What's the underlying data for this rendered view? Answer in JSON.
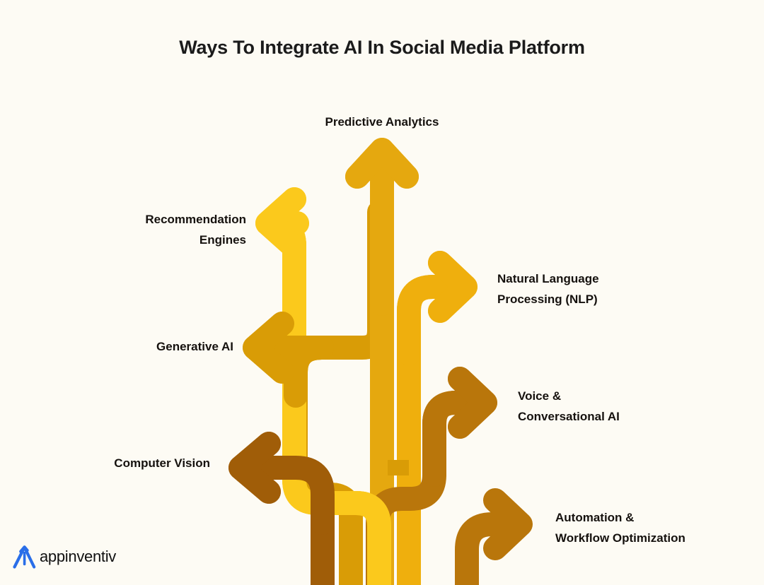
{
  "page": {
    "title": "Ways To Integrate AI In Social Media Platform",
    "background_color": "#FDFBF4",
    "title_color": "#1b1b1b",
    "label_color": "#15110e"
  },
  "brand": {
    "name": "appinventiv",
    "mark_icon": "appinventiv-a-logo-icon",
    "mark_color": "#2A6EE8",
    "text_color": "#111111"
  },
  "chart_data": {
    "type": "diagram",
    "subtype": "multi-branch-arrow-infographic",
    "title": "Ways To Integrate AI In Social Media Platform",
    "count": 7,
    "palette": {
      "bright_yellow": "#FBC91C",
      "golden": "#EFAF0D",
      "amber": "#E5A80F",
      "deep_amber": "#D99C06",
      "ochre": "#CE8A0A",
      "brown": "#B9760B",
      "dark_brown": "#A05D08"
    },
    "branches": [
      {
        "id": "predictive-analytics",
        "label": "Predictive Analytics",
        "direction": "up",
        "label_side": "top",
        "color": "#E5A80F",
        "stem_index": 4
      },
      {
        "id": "recommendation-engines",
        "label": "Recommendation\nEngines",
        "direction": "left",
        "label_side": "left",
        "color": "#FBC91C",
        "stem_index": 3
      },
      {
        "id": "natural-language-processing",
        "label": "Natural Language\nProcessing (NLP)",
        "direction": "right",
        "label_side": "right",
        "color": "#EFAF0D",
        "stem_index": 5
      },
      {
        "id": "generative-ai",
        "label": "Generative AI",
        "direction": "left",
        "label_side": "left",
        "color": "#D99C06",
        "stem_index": 2
      },
      {
        "id": "voice-conversational-ai",
        "label": "Voice &\nConversational AI",
        "direction": "right",
        "label_side": "right",
        "color": "#B9760B",
        "stem_index": 6
      },
      {
        "id": "computer-vision",
        "label": "Computer Vision",
        "direction": "left",
        "label_side": "left",
        "color": "#A05D08",
        "stem_index": 1
      },
      {
        "id": "automation-workflow",
        "label": "Automation &\nWorkflow Optimization",
        "direction": "right",
        "label_side": "right",
        "color": "#B9760B",
        "stem_index": 7
      }
    ]
  }
}
